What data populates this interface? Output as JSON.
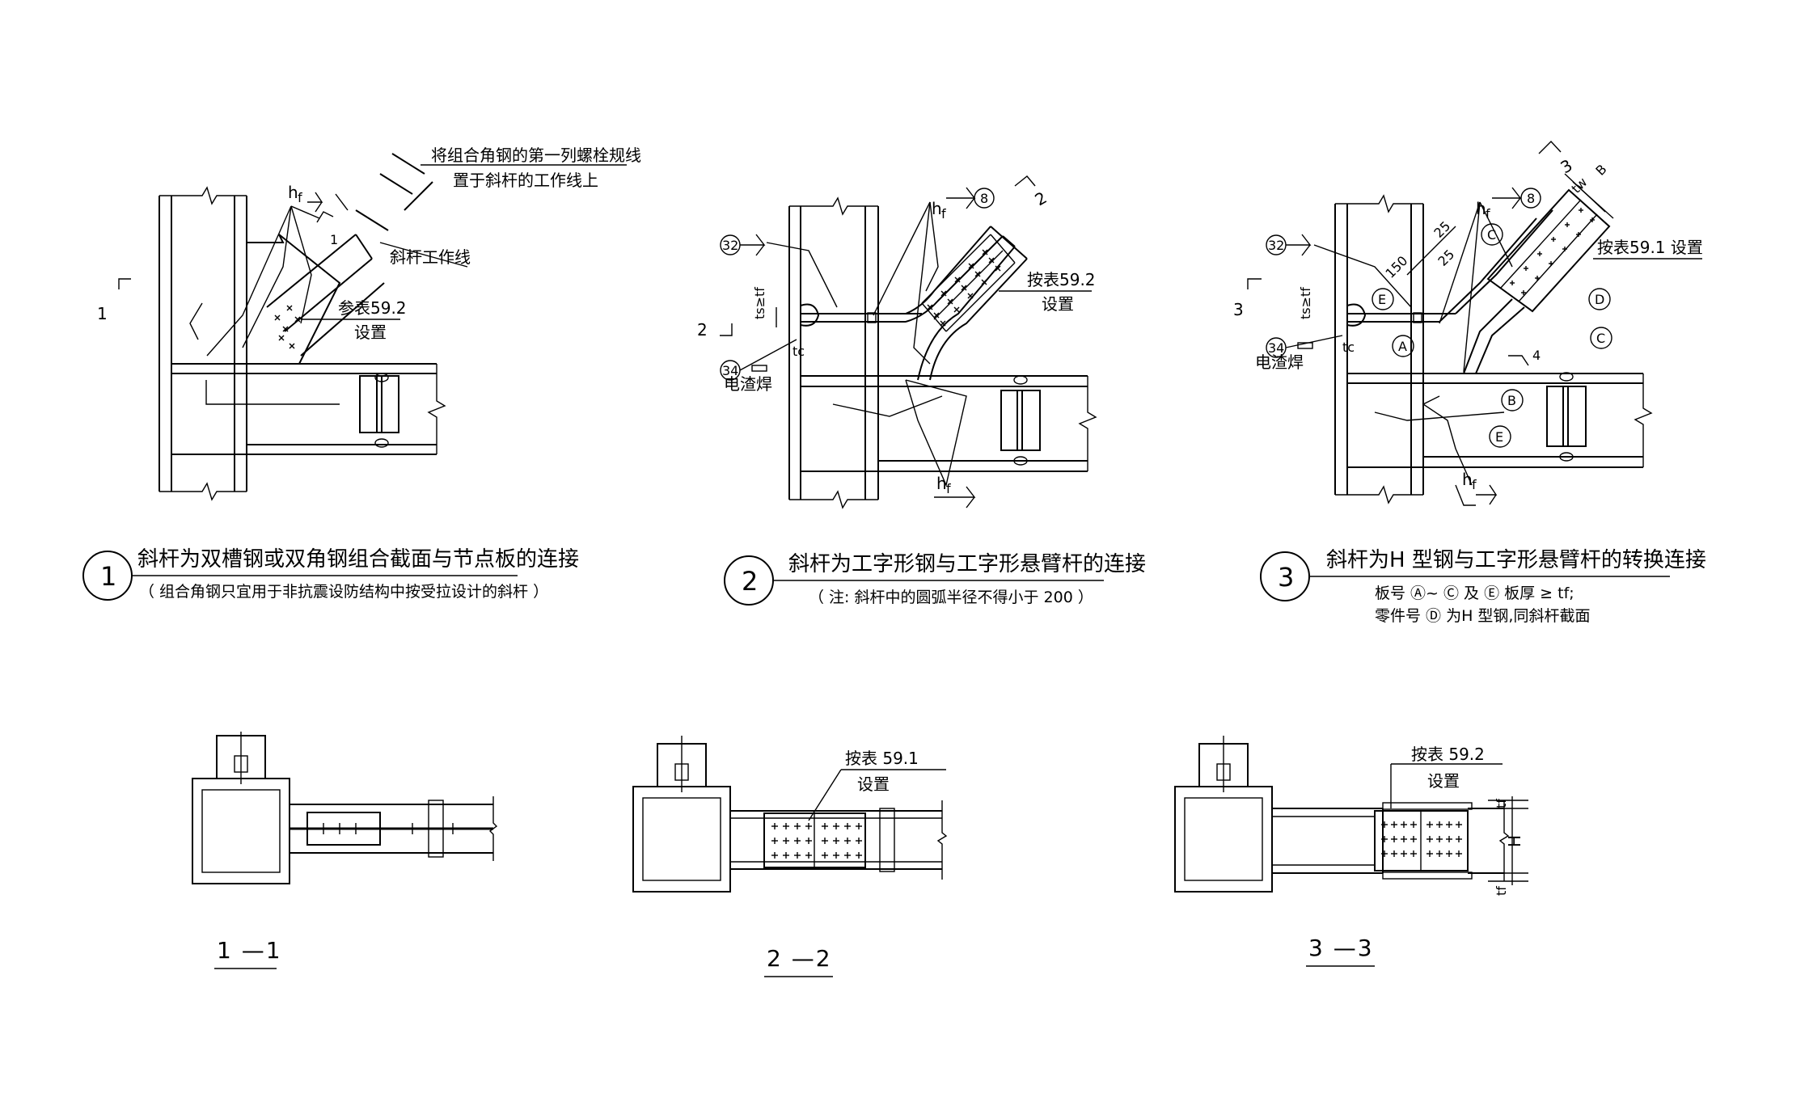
{
  "details": [
    {
      "number": "1",
      "title": "斜杆为双槽钢或双角钢组合截面与节点板的连接",
      "subtitle": "（ 组合角钢只宜用于非抗震设防结构中按受拉设计的斜杆 ）",
      "section_mark": "1",
      "section_mark_2": "1",
      "weld_size": "h",
      "weld_sub": "f",
      "notes": {
        "bolt_line": "将组合角钢的第一列螺栓规线",
        "bolt_line_2": "置于斜杆的工作线上",
        "work_line": "斜杆工作线",
        "ref_table": "参表59.2",
        "ref_set": "设置"
      }
    },
    {
      "number": "2",
      "title": "斜杆为工字形钢与工字形悬臂杆的连接",
      "subtitle": "（ 注: 斜杆中的圆弧半径不得小于 200 ）",
      "section_mark": "2",
      "section_mark_2": "2",
      "weld_size": "h",
      "weld_sub": "f",
      "weld_sym_1": "32",
      "weld_sym_2": "34",
      "weld_sym_3": "8",
      "esw": "电渣焊",
      "tc": "tc",
      "ts": "ts≥tf",
      "notes": {
        "ref_table": "按表59.2",
        "ref_set": "设置"
      }
    },
    {
      "number": "3",
      "title": "斜杆为H 型钢与工字形悬臂杆的转换连接",
      "subtitle_1": "板号 Ⓐ~ Ⓒ 及 Ⓔ 板厚 ≥ tf;",
      "subtitle_2": "零件号 Ⓓ 为H 型钢,同斜杆截面",
      "section_mark": "3",
      "section_mark_2": "3",
      "weld_size": "h",
      "weld_sub": "f",
      "weld_sym_1": "32",
      "weld_sym_2": "34",
      "weld_sym_3": "8",
      "esw": "电渣焊",
      "tc": "tc",
      "ts": "ts≥tf",
      "dim_150": "150",
      "dim_25a": "25",
      "dim_25b": "25",
      "dim_B": "B",
      "dim_tw": "tw",
      "dim_4": "4",
      "parts": [
        "A",
        "B",
        "C",
        "D",
        "E"
      ],
      "notes": {
        "ref_table": "按表59.1 设置"
      }
    }
  ],
  "sections": [
    {
      "label": "1 —1"
    },
    {
      "label": "2 —2",
      "ref_table": "按表 59.1",
      "ref_set": "设置"
    },
    {
      "label": "3 —3",
      "ref_table": "按表 59.2",
      "ref_set": "设置",
      "dim_tf_top": "tf",
      "dim_H": "H",
      "dim_tf_bottom": "tf"
    }
  ]
}
